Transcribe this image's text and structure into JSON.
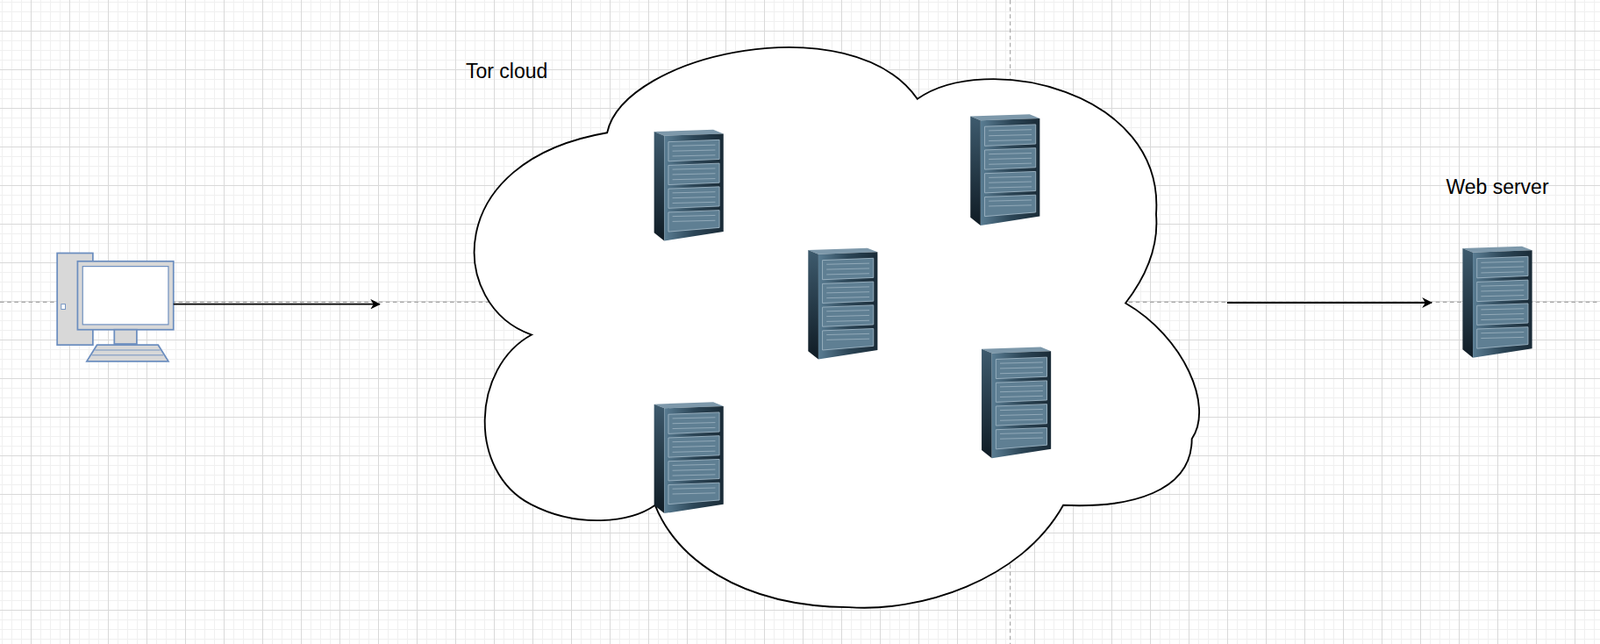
{
  "diagram": {
    "nodes": [
      {
        "text": [
          "Tor cloud"
        ]
      },
      {
        "text": [
          "Web server"
        ]
      }
    ],
    "edges": [
      {
        "from": 0,
        "to": 1,
        "arrow": "to"
      }
    ]
  }
}
